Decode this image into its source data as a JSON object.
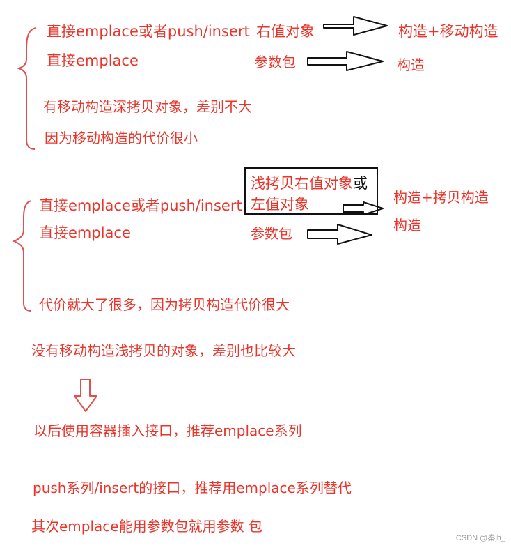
{
  "section1": {
    "row1_left": "直接emplace或者push/insert",
    "row1_mid": "右值对象",
    "row1_right": "构造+移动构造",
    "row2_left": "直接emplace",
    "row2_mid": "参数包",
    "row2_right": "构造",
    "note1": "有移动构造深拷贝对象，差别不大",
    "note2": "因为移动构造的代价很小"
  },
  "section2": {
    "box_line1_part1": "浅拷贝右值对象",
    "box_line1_part2": "或",
    "box_line2": "左值对象",
    "row1_left": "直接emplace或者push/insert",
    "row1_right_line1": "构造+拷贝构造",
    "row1_right_line2": "构造",
    "row2_left": "直接emplace",
    "row2_mid": "参数包",
    "note": "代价就大了很多，因为拷贝构造代价很大"
  },
  "summary": {
    "line1": "没有移动构造浅拷贝的对象，差别也比较大",
    "line2": "以后使用容器插入接口，推荐emplace系列",
    "line3": "push系列/insert的接口，推荐用emplace系列替代",
    "line4": "其次emplace能用参数包就用参数 包"
  },
  "watermark": "CSDN @秦jh_",
  "colors": {
    "text_red": "#e8352b",
    "stroke_red": "#e05050",
    "black": "#111111"
  }
}
